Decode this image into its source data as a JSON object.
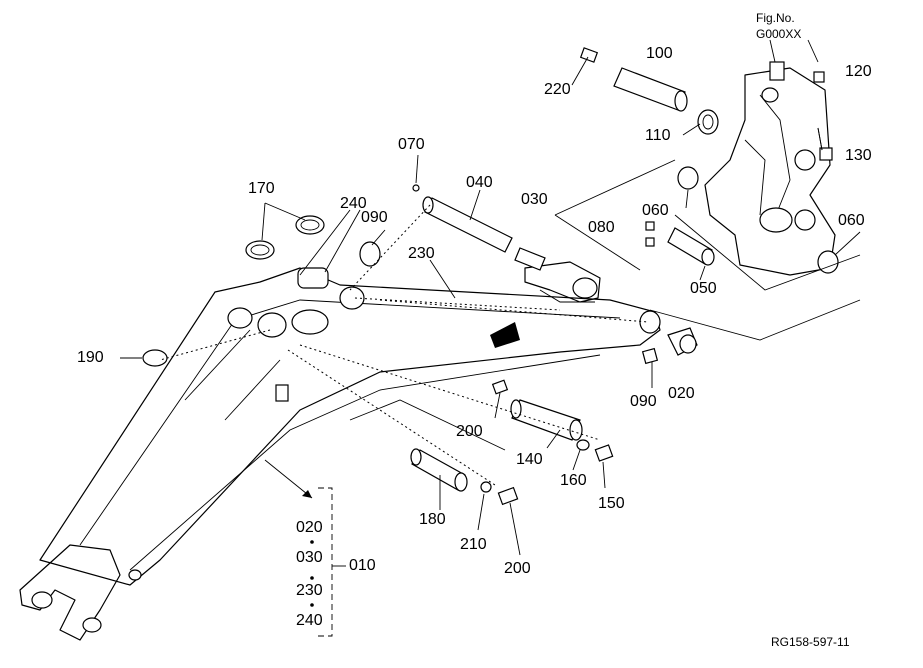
{
  "figure": {
    "fig_no_label": "Fig.No.",
    "fig_no_value": "G000XX",
    "drawing_code": "RG158-597-11"
  },
  "callouts": {
    "c010": "010",
    "c020": "020",
    "c030": "030",
    "c040": "040",
    "c050": "050",
    "c060a": "060",
    "c060b": "060",
    "c070": "070",
    "c080": "080",
    "c090a": "090",
    "c090b": "090",
    "c100": "100",
    "c110": "110",
    "c120": "120",
    "c130": "130",
    "c140": "140",
    "c150": "150",
    "c160": "160",
    "c170": "170",
    "c180": "180",
    "c190": "190",
    "c200a": "200",
    "c200b": "200",
    "c210": "210",
    "c220": "220",
    "c230": "230",
    "c240": "240"
  },
  "assembly_list": [
    "020",
    "030",
    "230",
    "240"
  ]
}
